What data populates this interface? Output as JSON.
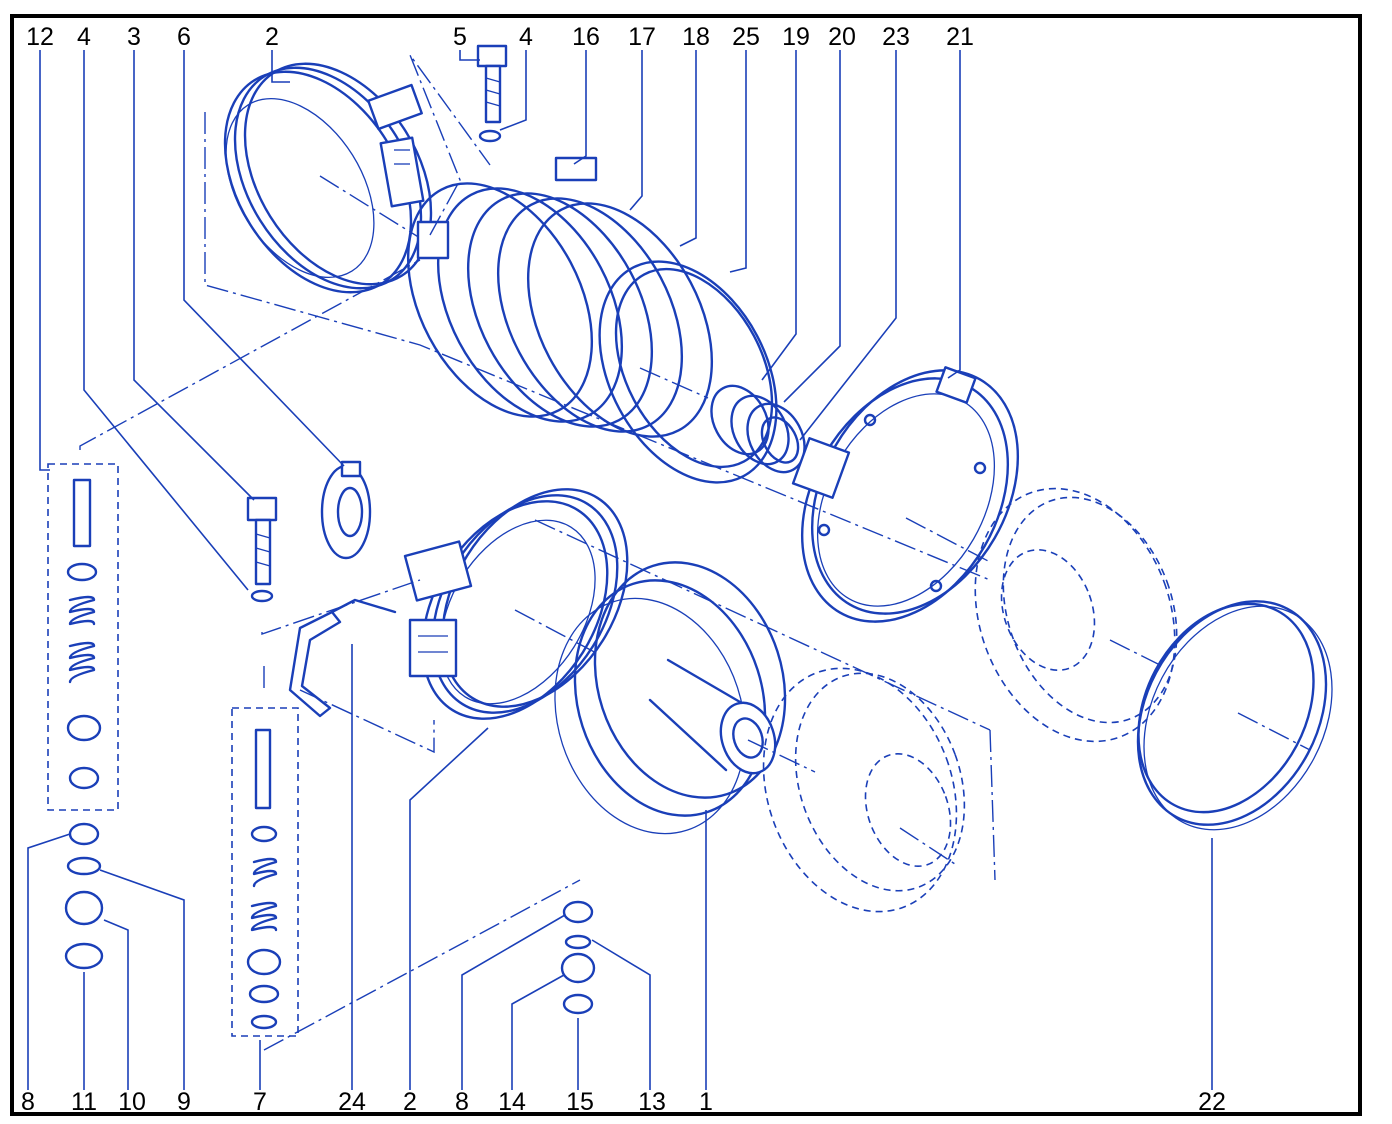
{
  "callouts_top": [
    "12",
    "4",
    "3",
    "6",
    "2",
    "5",
    "4",
    "16",
    "17",
    "18",
    "25",
    "19",
    "20",
    "23",
    "21"
  ],
  "callouts_bottom": [
    "8",
    "11",
    "10",
    "9",
    "7",
    "24",
    "2",
    "8",
    "14",
    "15",
    "13",
    "1",
    "22"
  ],
  "colors": {
    "ink": "#1a3fb8",
    "frame": "#000000",
    "background": "#ffffff"
  }
}
